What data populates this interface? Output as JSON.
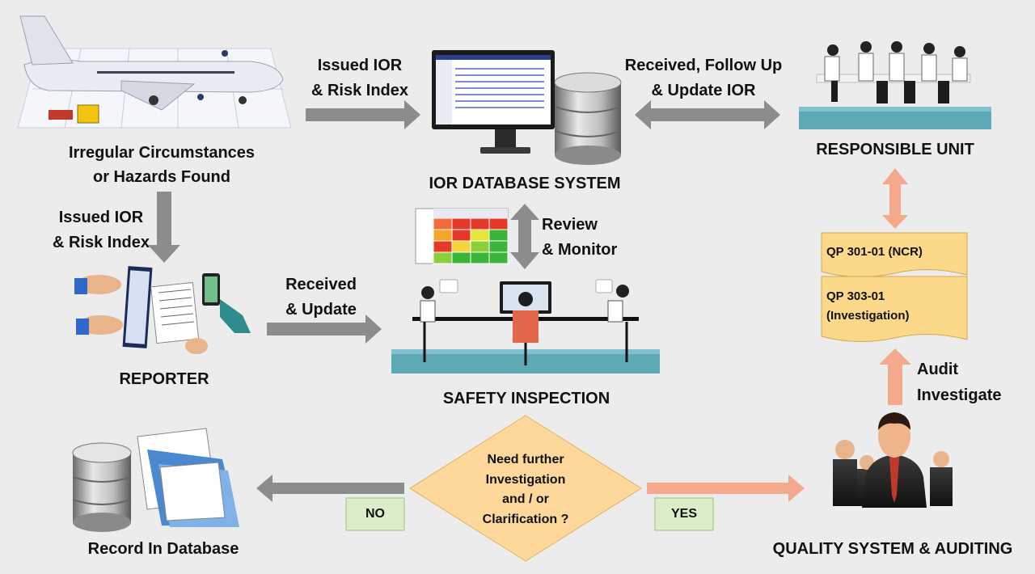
{
  "nodes": {
    "irregular": {
      "line1": "Irregular Circumstances",
      "line2": "or Hazards Found"
    },
    "ior_db": "IOR DATABASE SYSTEM",
    "responsible": "RESPONSIBLE UNIT",
    "reporter": "REPORTER",
    "safety": "SAFETY INSPECTION",
    "record": "Record In Database",
    "quality": "QUALITY SYSTEM & AUDITING"
  },
  "arrows": {
    "top_mid": {
      "line1": "Issued IOR",
      "line2": "& Risk Index"
    },
    "top_right": {
      "line1": "Received, Follow Up",
      "line2": "& Update IOR"
    },
    "left_down": {
      "line1": "Issued IOR",
      "line2": "& Risk Index"
    },
    "review": {
      "line1": "Review",
      "line2": "& Monitor"
    },
    "received": {
      "line1": "Received",
      "line2": "& Update"
    },
    "audit": {
      "line1": "Audit",
      "line2": "Investigate"
    }
  },
  "decision": {
    "line1": "Need further",
    "line2": "Investigation",
    "line3": "and / or",
    "line4": "Clarification ?"
  },
  "branches": {
    "no": "NO",
    "yes": "YES"
  },
  "documents": {
    "doc1": "QP 301-01 (NCR)",
    "doc2_line1": "QP 303-01",
    "doc2_line2": "(Investigation)"
  },
  "colors": {
    "background": "#ececec",
    "arrow_gray": "#8c8c8c",
    "arrow_salmon": "#f4a98c",
    "decision_fill": "#fdd89a",
    "document_fill": "#fcd98a",
    "branch_box": "#dcedc9",
    "floor_teal": "#5fa9b6"
  }
}
